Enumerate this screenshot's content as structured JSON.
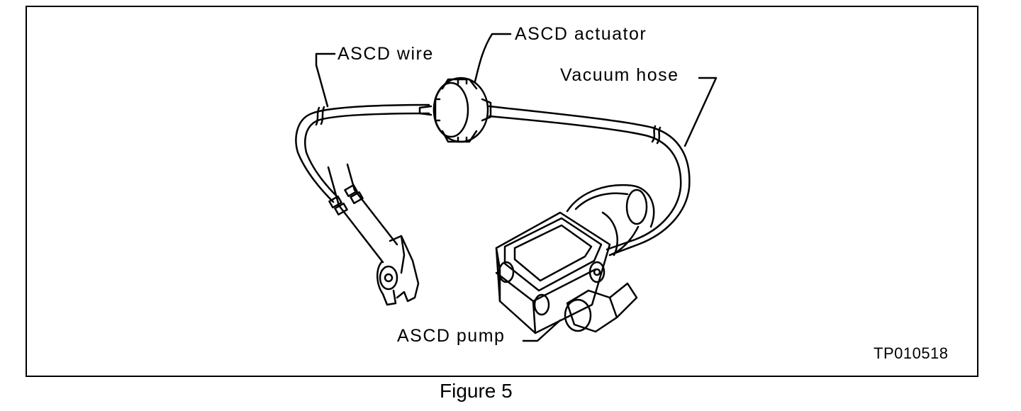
{
  "figure": {
    "labels": {
      "wire": "ASCD wire",
      "actuator": "ASCD actuator",
      "hose": "Vacuum hose",
      "pump": "ASCD pump"
    },
    "code": "TP010518",
    "caption": "Figure 5"
  }
}
